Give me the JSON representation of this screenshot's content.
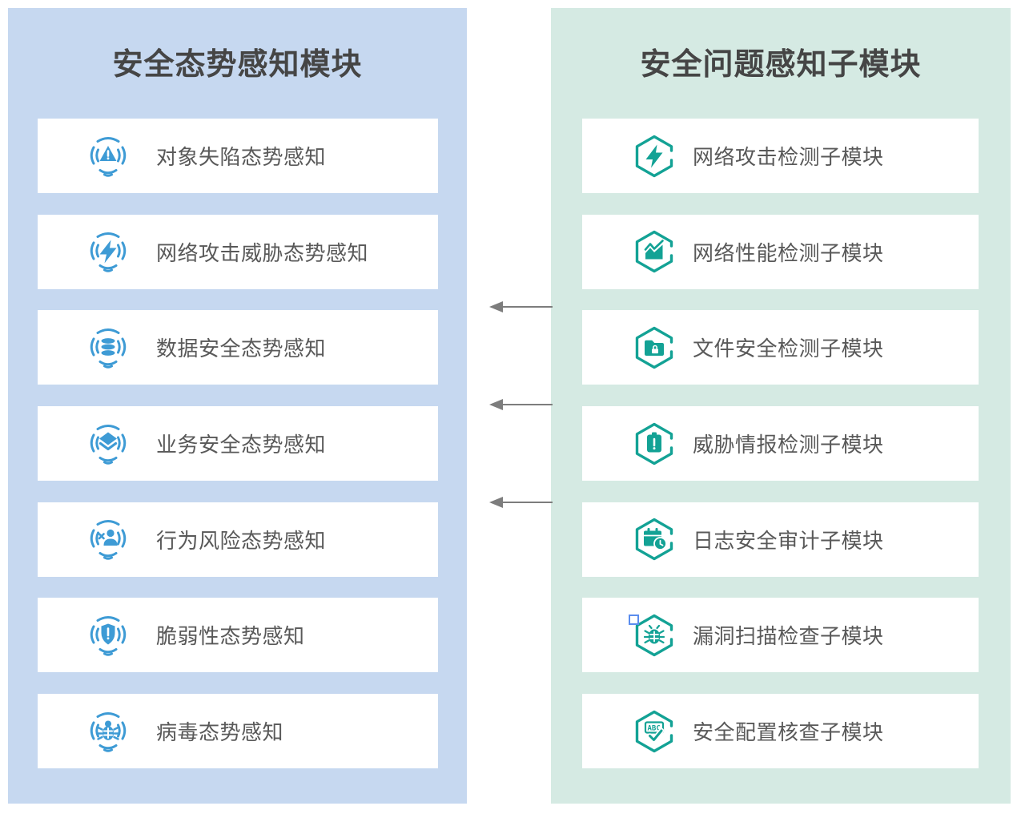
{
  "left_panel": {
    "title": "安全态势感知模块",
    "background": "#c6d8f0",
    "icon_color": "#3e9bd5",
    "items": [
      {
        "label": "对象失陷态势感知",
        "icon": "alert-triangle-signal"
      },
      {
        "label": "网络攻击威胁态势感知",
        "icon": "lightning-signal"
      },
      {
        "label": "数据安全态势感知",
        "icon": "database-signal"
      },
      {
        "label": "业务安全态势感知",
        "icon": "layers-signal"
      },
      {
        "label": "行为风险态势感知",
        "icon": "user-x-signal"
      },
      {
        "label": "脆弱性态势感知",
        "icon": "shield-alert-signal"
      },
      {
        "label": "病毒态势感知",
        "icon": "bug-signal"
      }
    ]
  },
  "right_panel": {
    "title": "安全问题感知子模块",
    "background": "#d5eae3",
    "icon_color": "#13a295",
    "items": [
      {
        "label": "网络攻击检测子模块",
        "icon": "hexagon-lightning"
      },
      {
        "label": "网络性能检测子模块",
        "icon": "hexagon-area-chart"
      },
      {
        "label": "文件安全检测子模块",
        "icon": "hexagon-folder-lock"
      },
      {
        "label": "威胁情报检测子模块",
        "icon": "hexagon-clipboard-alert"
      },
      {
        "label": "日志安全审计子模块",
        "icon": "hexagon-calendar-clock"
      },
      {
        "label": "漏洞扫描检查子模块",
        "icon": "hexagon-bug"
      },
      {
        "label": "安全配置核查子模块",
        "icon": "hexagon-abc-check"
      }
    ]
  },
  "connections": {
    "count": 3,
    "direction": "right-to-left",
    "arrow_color": "#7d7d7d"
  }
}
